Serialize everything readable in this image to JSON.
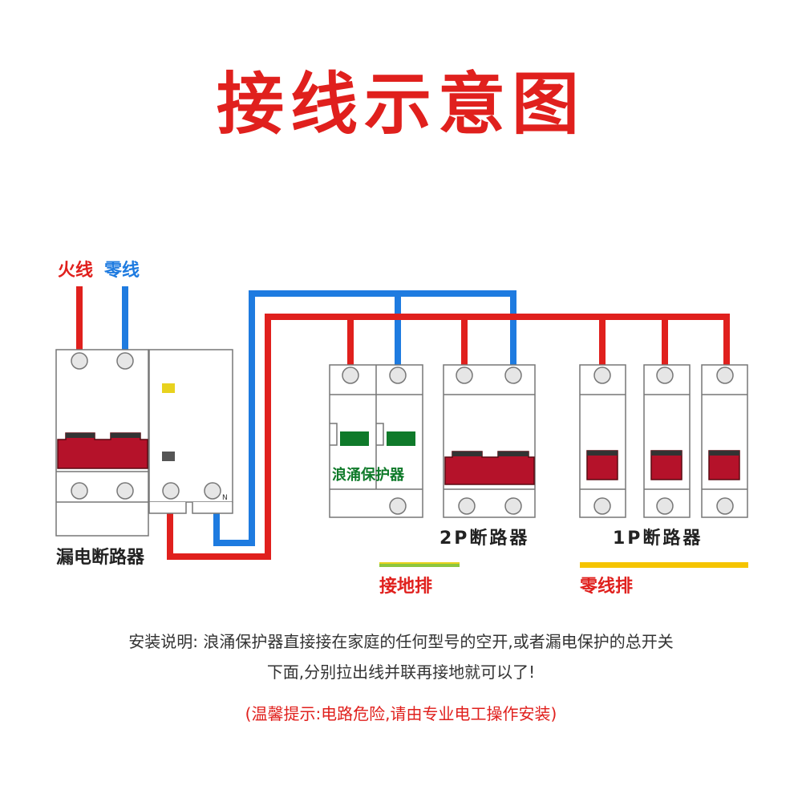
{
  "title": "接线示意图",
  "labels": {
    "live": "火线",
    "neutral": "零线",
    "rcd": "漏电断路器",
    "surge": "浪涌保护器",
    "twoP": "2P断路器",
    "oneP": "1P断路器",
    "earth_bar": "接地排",
    "neutral_bar": "零线排",
    "n_mark": "N"
  },
  "notes": {
    "install_line1": "安装说明: 浪涌保护器直接接在家庭的任何型号的空开,或者漏电保护的总开关",
    "install_line2": "下面,分别拉出线并联再接地就可以了!",
    "warning": "(温馨提示:电路危险,请由专业电工操作安装)"
  },
  "colors": {
    "live_wire": "#e0201d",
    "neutral_wire": "#1e7be0",
    "breaker_handle": "#b5122a",
    "surge_indicator": "#0f7a2a",
    "earth_bar": "#8cc63f",
    "neutral_bar": "#f5c400",
    "title": "#e0201d"
  }
}
